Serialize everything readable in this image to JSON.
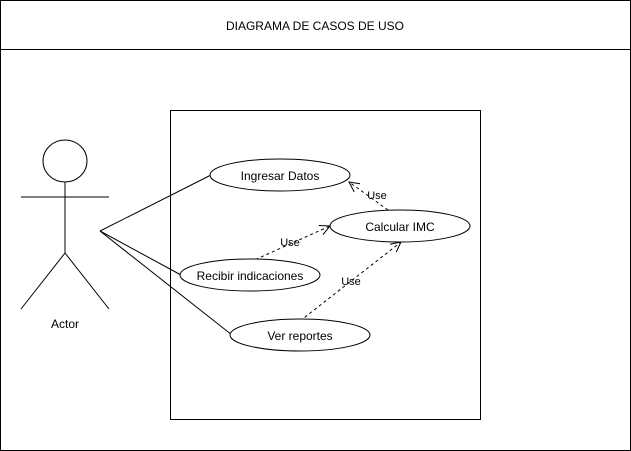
{
  "title": "DIAGRAMA DE CASOS DE USO",
  "actor": {
    "label": "Actor"
  },
  "use_cases": {
    "ingresar_datos": "Ingresar Datos",
    "calcular_imc": "Calcular IMC",
    "recibir_indicaciones": "Recibir indicaciones",
    "ver_reportes": "Ver reportes"
  },
  "relations": {
    "ingresar_to_calcular": "Use",
    "recibir_to_calcular": "Use",
    "reportes_to_calcular": "Use"
  }
}
